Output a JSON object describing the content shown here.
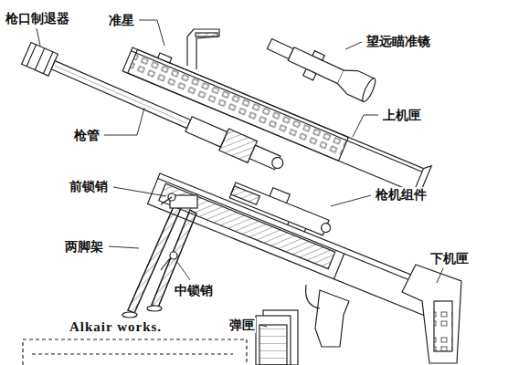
{
  "diagram": {
    "labels": [
      "枪口制退器",
      "准星",
      "望远瞄准镜",
      "上机匣",
      "枪管",
      "前锁销",
      "枪机组件",
      "两脚架",
      "下机匣",
      "中锁销",
      "弹匣",
      "Alkair works."
    ]
  }
}
